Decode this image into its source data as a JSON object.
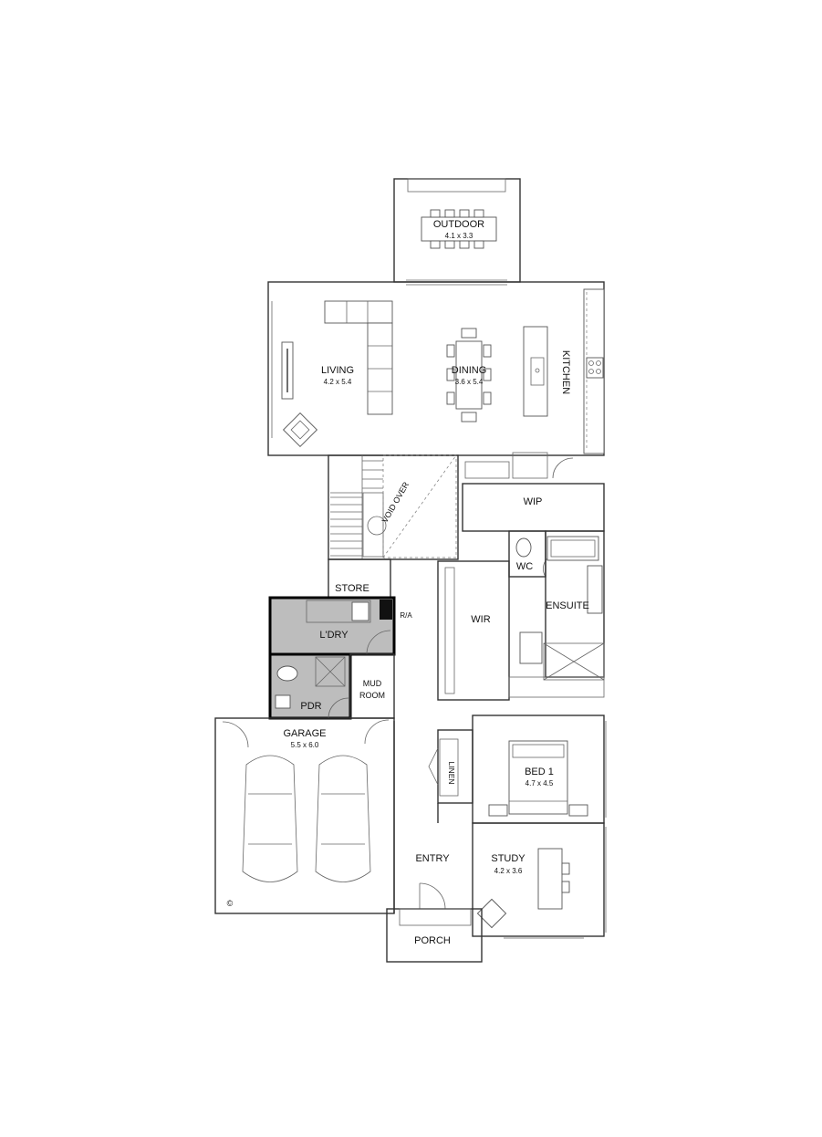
{
  "rooms": {
    "outdoor": {
      "name": "OUTDOOR",
      "size": "4.1 x 3.3"
    },
    "living": {
      "name": "LIVING",
      "size": "4.2 x 5.4"
    },
    "dining": {
      "name": "DINING",
      "size": "3.6 x 5.4"
    },
    "kitchen": {
      "name": "KITCHEN"
    },
    "void": {
      "name": "VOID OVER"
    },
    "wip": {
      "name": "WIP"
    },
    "store": {
      "name": "STORE"
    },
    "ra": {
      "name": "R/A"
    },
    "laundry": {
      "name": "L'DRY"
    },
    "wc": {
      "name": "WC"
    },
    "ensuite": {
      "name": "ENSUITE"
    },
    "wir": {
      "name": "WIR"
    },
    "mud_room": {
      "name_line1": "MUD",
      "name_line2": "ROOM"
    },
    "pdr": {
      "name": "PDR"
    },
    "garage": {
      "name": "GARAGE",
      "size": "5.5 x 6.0"
    },
    "linen": {
      "name": "LINEN"
    },
    "bed1": {
      "name": "BED 1",
      "size": "4.7 x 4.5"
    },
    "entry": {
      "name": "ENTRY"
    },
    "study": {
      "name": "STUDY",
      "size": "4.2 x 3.6"
    },
    "porch": {
      "name": "PORCH"
    }
  },
  "copyright_mark": "©",
  "colors": {
    "highlight_fill": "#bdbdbd",
    "highlight_wall": "#000000",
    "wall": "#333333"
  }
}
